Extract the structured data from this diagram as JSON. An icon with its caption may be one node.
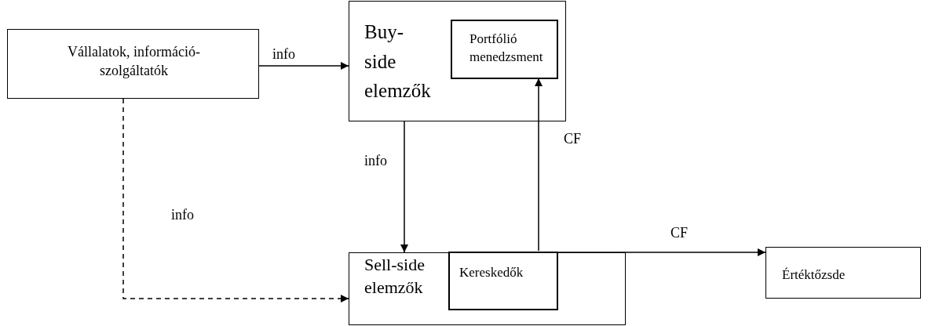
{
  "diagram": {
    "nodes": [
      {
        "text": [
          "Vállalatok, információ- szolgáltatók"
        ]
      },
      {
        "text": [
          "Buy-side elemzők"
        ]
      },
      {
        "text": [
          "Portfólió menedzsment"
        ],
        "in": 1
      },
      {
        "text": [
          "Sell-side elemzők"
        ]
      },
      {
        "text": [
          "Kereskedők"
        ],
        "in": 3
      },
      {
        "text": [
          "Értéktőzsde"
        ]
      }
    ],
    "edges": [
      {
        "from": 0,
        "to": 1,
        "arrow": "to",
        "label": "info"
      },
      {
        "from": 1,
        "to": 3,
        "arrow": "to",
        "label": "info"
      },
      {
        "from": 4,
        "to": 2,
        "arrow": "to",
        "label": "CF"
      },
      {
        "from": 4,
        "to": 5,
        "arrow": "to",
        "label": "CF"
      },
      {
        "from": 0,
        "to": 3,
        "arrow": "to",
        "label": "info",
        "style": "dashed"
      }
    ]
  }
}
